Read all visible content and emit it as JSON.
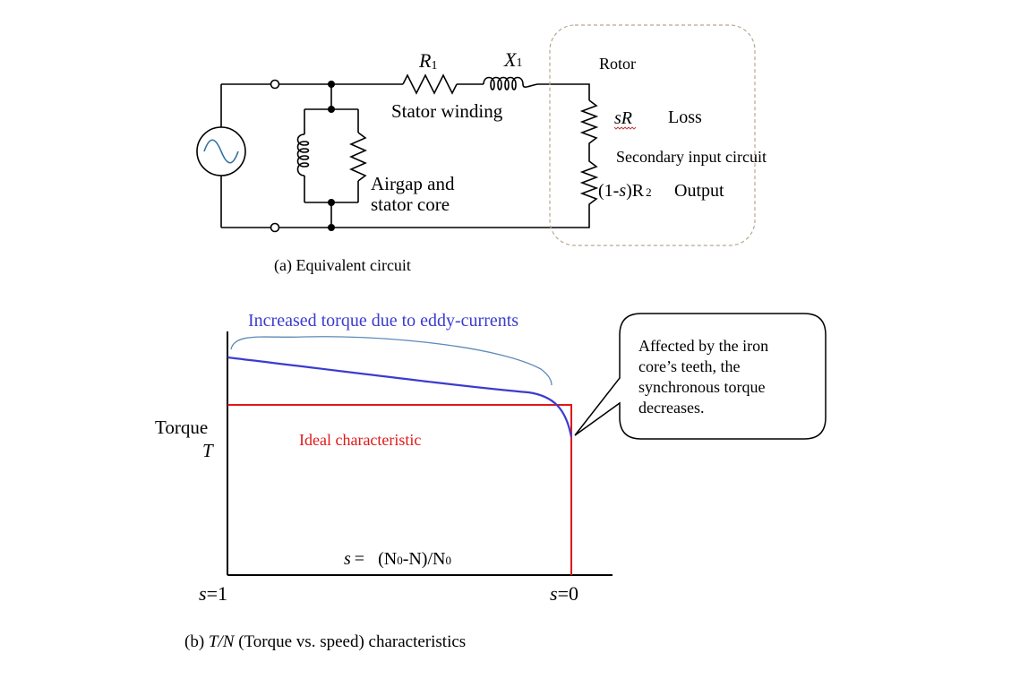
{
  "circuit": {
    "r1_letter": "R",
    "r1_sub": "1",
    "x1_letter": "X",
    "x1_sub": "1",
    "stator_winding": "Stator winding",
    "airgap_line1": "Airgap and",
    "airgap_line2": "stator core",
    "rotor": "Rotor",
    "sr_label": "sR",
    "loss": "Loss",
    "secondary": "Secondary input circuit",
    "output_prefix": "(1-",
    "output_s": "s",
    "output_mid": ")R",
    "output_sub": "2",
    "output_word": "Output",
    "caption": "(a) Equivalent circuit"
  },
  "graph": {
    "eddy_label": "Increased torque due to eddy-currents",
    "ylabel_line1": "Torque",
    "ylabel_line2": "T",
    "ideal_label": "Ideal characteristic",
    "formula_s": "s",
    "formula_eq": "= ",
    "formula_open": "(N",
    "formula_sub1": "0",
    "formula_mid": "-N)/N",
    "formula_sub2": "0",
    "left_tick_s": "s",
    "left_tick_val": "=1",
    "right_tick_s": "s",
    "right_tick_val": "=0",
    "callout": [
      "Affected by the iron",
      "core’s teeth, the",
      "synchronous torque",
      "decreases."
    ],
    "caption_prefix": "(b) ",
    "caption_italic": "T/N",
    "caption_rest": " (Torque vs. speed) characteristics"
  },
  "colors": {
    "wire": "#000000",
    "ac_source_wave": "#2f6f9f",
    "rotor_box": "#b8a890",
    "eddy_curve": "#3b3bd0",
    "eddy_text": "#3b3bd0",
    "eddy_brace": "#5a8ab8",
    "ideal": "#e01818",
    "ideal_text": "#e01818"
  }
}
